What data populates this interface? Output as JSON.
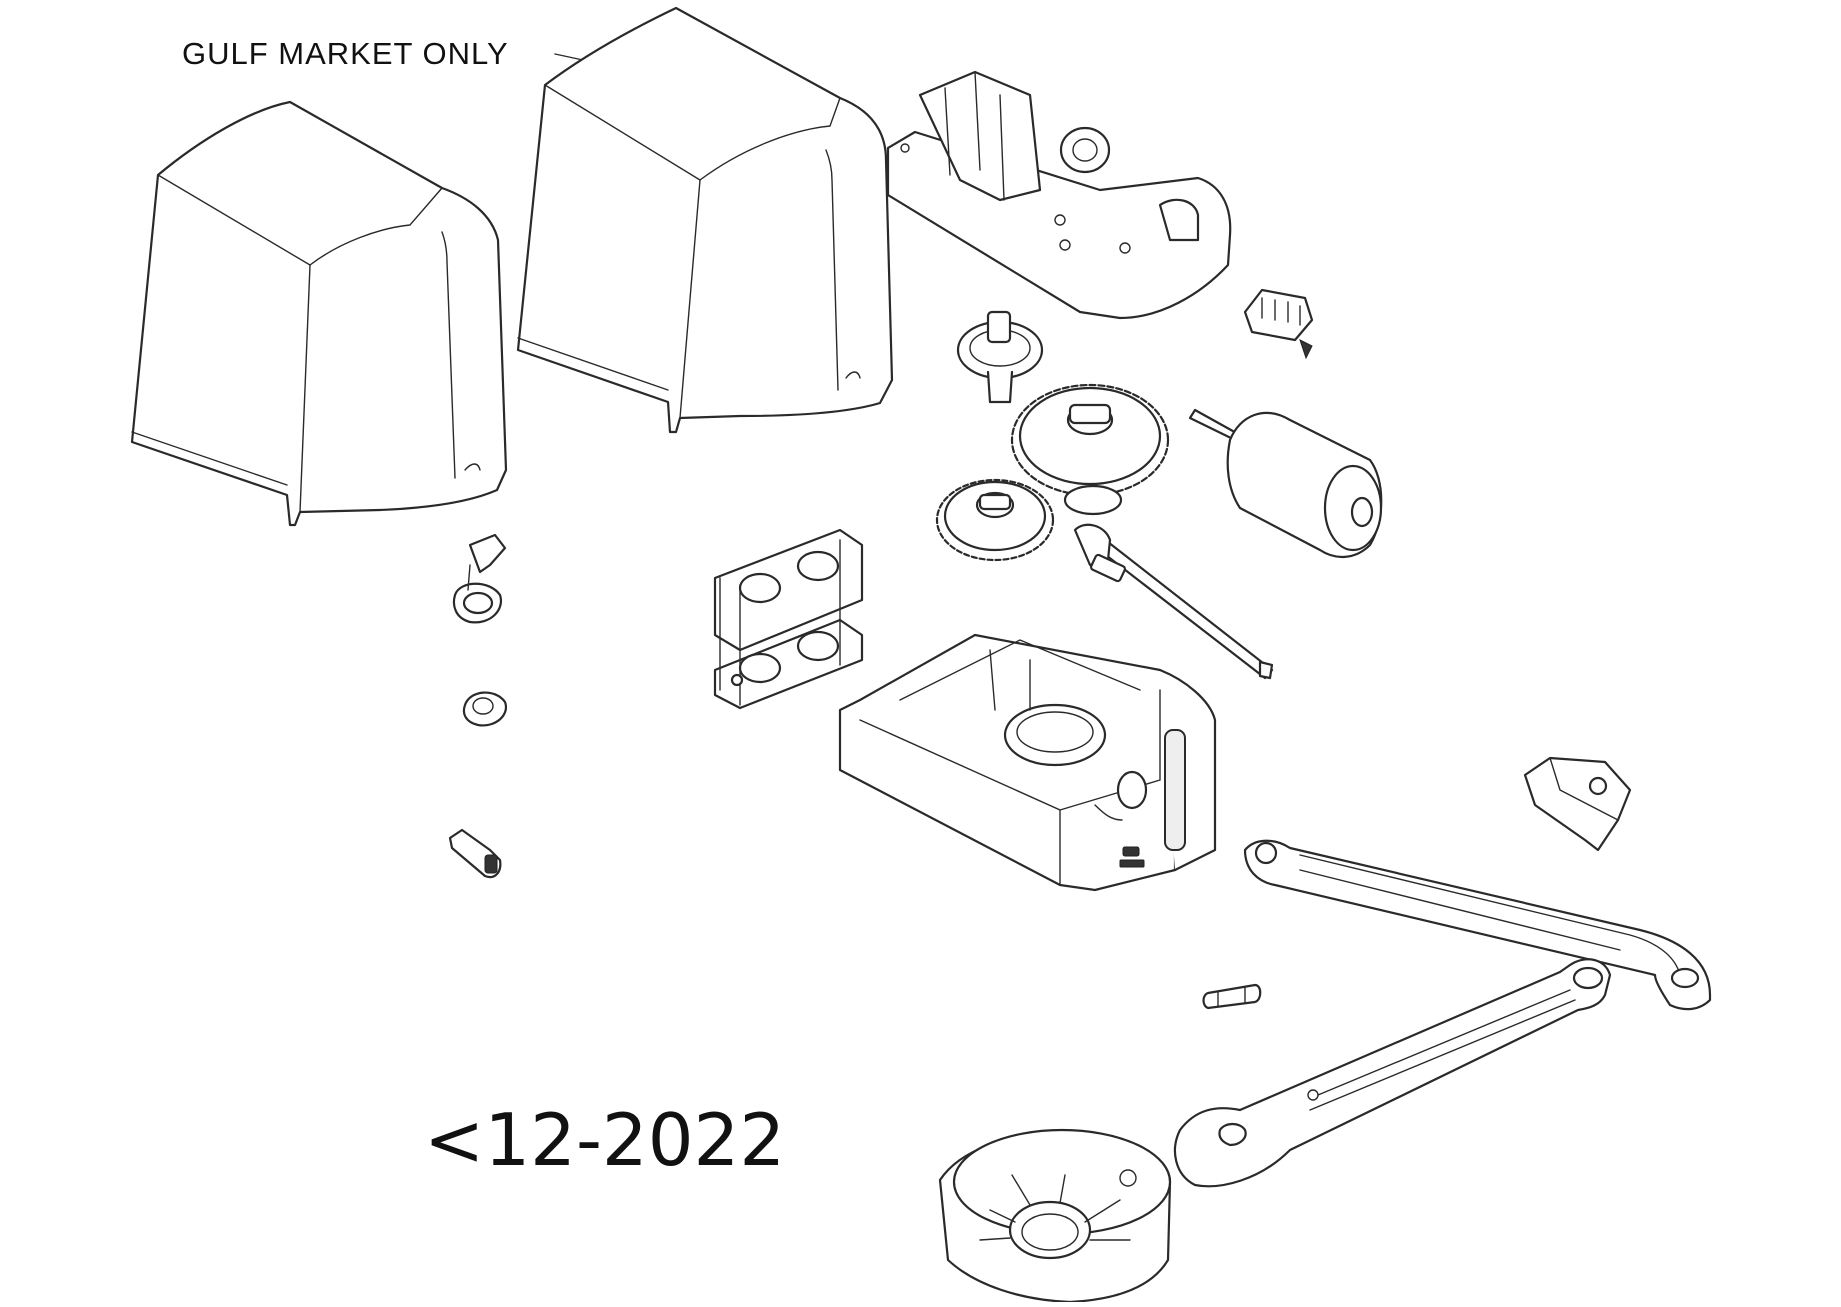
{
  "diagram": {
    "annotation": "GULF MARKET ONLY",
    "version_note": "<12-2022",
    "colors": {
      "line": "#2a2a2a",
      "background": "#ffffff",
      "shading": "#eeeeee"
    },
    "parts": [
      {
        "id": "cover-standard"
      },
      {
        "id": "cover-gulf-market"
      },
      {
        "id": "upper-housing"
      },
      {
        "id": "terminal-block"
      },
      {
        "id": "intermediate-gear"
      },
      {
        "id": "main-gear"
      },
      {
        "id": "small-gear"
      },
      {
        "id": "motor"
      },
      {
        "id": "output-shaft"
      },
      {
        "id": "bracket-frame"
      },
      {
        "id": "release-lever"
      },
      {
        "id": "lock-cylinder"
      },
      {
        "id": "key"
      },
      {
        "id": "lower-housing"
      },
      {
        "id": "arm-curved"
      },
      {
        "id": "arm-straight"
      },
      {
        "id": "stop-bracket"
      },
      {
        "id": "fuse"
      },
      {
        "id": "base-cover"
      }
    ]
  }
}
